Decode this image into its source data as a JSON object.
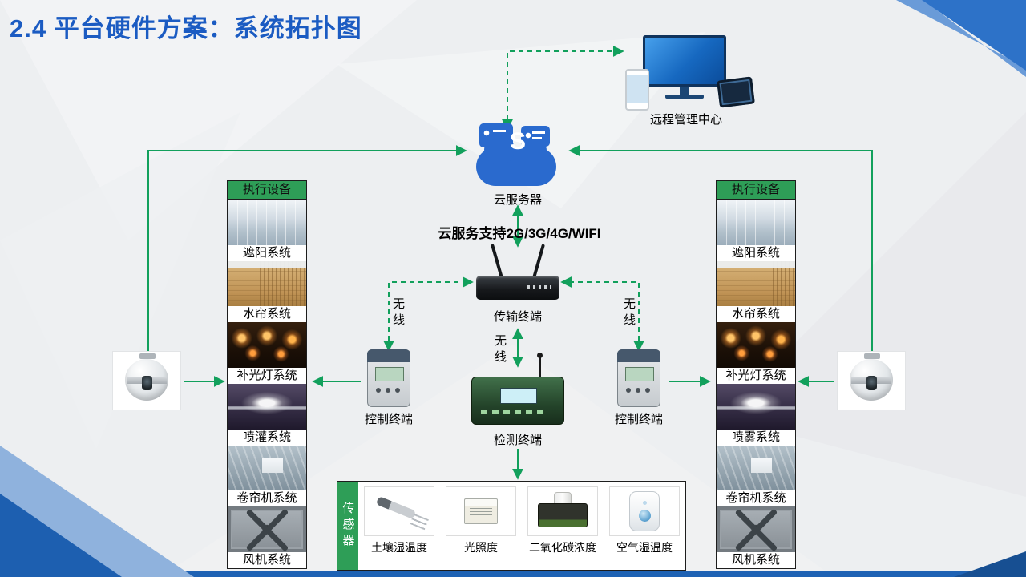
{
  "title": "2.4 平台硬件方案：系统拓扑图",
  "colors": {
    "accent_green": "#12a05c",
    "title_blue": "#1b5bc2",
    "panel_green": "#2e9e57",
    "corner_blue": "#2d72c8",
    "cloud_blue": "#2a6ace"
  },
  "nodes": {
    "remote_center": {
      "label": "远程管理中心"
    },
    "cloud": {
      "label": "云服务器",
      "icon_letter": "S"
    },
    "cloud_support": "云服务支持2G/3G/4G/WIFI",
    "router": {
      "label": "传输终端"
    },
    "control_left": {
      "label": "控制终端"
    },
    "control_right": {
      "label": "控制终端"
    },
    "detector": {
      "label": "检测终端"
    },
    "wireless_left": "无线",
    "wireless_center": "无线",
    "wireless_right": "无线"
  },
  "left_column": {
    "header": "执行设备",
    "items": [
      {
        "label": "遮阳系统",
        "img": "greenhouse"
      },
      {
        "label": "水帘系统",
        "img": "waterpad"
      },
      {
        "label": "补光灯系统",
        "img": "growlight"
      },
      {
        "label": "喷灌系统",
        "img": "irrigation"
      },
      {
        "label": "卷帘机系统",
        "img": "roller"
      },
      {
        "label": "风机系统",
        "img": "fan"
      }
    ]
  },
  "right_column": {
    "header": "执行设备",
    "items": [
      {
        "label": "遮阳系统",
        "img": "greenhouse"
      },
      {
        "label": "水帘系统",
        "img": "waterpad"
      },
      {
        "label": "补光灯系统",
        "img": "growlight"
      },
      {
        "label": "喷雾系统",
        "img": "irrigation"
      },
      {
        "label": "卷帘机系统",
        "img": "roller"
      },
      {
        "label": "风机系统",
        "img": "fan"
      }
    ]
  },
  "sensors": {
    "header": "传感器",
    "items": [
      {
        "label": "土壤湿温度",
        "img": "soil"
      },
      {
        "label": "光照度",
        "img": "light"
      },
      {
        "label": "二氧化碳浓度",
        "img": "co2"
      },
      {
        "label": "空气湿温度",
        "img": "airhum"
      }
    ]
  }
}
